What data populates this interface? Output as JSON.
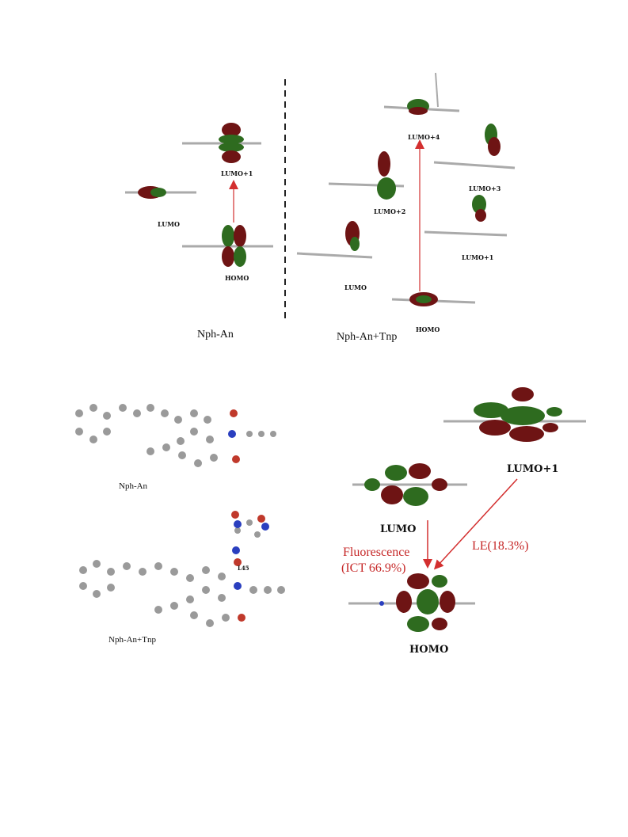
{
  "top_left": {
    "caption": "Nph-An",
    "orbitals": [
      "LUMO+1",
      "LUMO",
      "HOMO"
    ]
  },
  "top_right": {
    "caption": "Nph-An+Tnp",
    "orbitals": [
      "LUMO+4",
      "LUMO+3",
      "LUMO+2",
      "LUMO+1",
      "LUMO",
      "HOMO"
    ]
  },
  "bottom_left": {
    "structure1_caption": "Nph-An",
    "structure2_caption": "Nph-An+Tnp",
    "atom_label": "L45"
  },
  "bottom_right": {
    "lumo1": "LUMO+1",
    "lumo": "LUMO",
    "homo": "HOMO",
    "transition_fluorescence": "Fluorescence",
    "transition_ict": "(ICT 66.9%)",
    "transition_le": "LE(18.3%)"
  },
  "colors": {
    "arrow": "#d32f2f",
    "lobe_green": "#2e6b1f",
    "lobe_red": "#6e1414",
    "atom_carbon": "#9a9a9a",
    "atom_oxygen": "#c0392b",
    "atom_nitrogen": "#2a3fbf"
  }
}
